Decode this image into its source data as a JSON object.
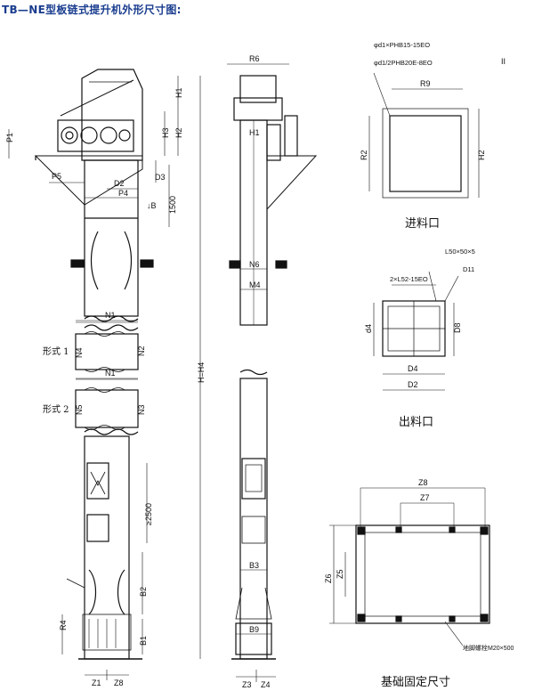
{
  "title": "TB—NE型板链式提升机外形尺寸图:",
  "roman_mark": "II",
  "front_view": {
    "labels": {
      "H1": "H1",
      "H2": "H2",
      "H3": "H3",
      "P1": "P1",
      "P5": "P5",
      "D3": "D3",
      "P4": "P4",
      "D2": "D2",
      "dim1": "1500",
      "arrow": "↓B",
      "N1a": "N1",
      "N2a": "N2",
      "N4": "N4",
      "N1b": "N1",
      "N3": "N3",
      "N5": "N5",
      "dim2": "≥2500",
      "B2": "B2",
      "R4": "R4",
      "B1": "B1",
      "Z1": "Z1",
      "Z8": "Z8",
      "total": "H=H4"
    },
    "form1": "形式 1",
    "form2": "形式 2"
  },
  "side_view": {
    "labels": {
      "R6": "R6",
      "H1": "H1",
      "N6": "N6",
      "M4": "M4",
      "B3": "B3",
      "B9": "B9",
      "Z3": "Z3",
      "Z4": "Z4"
    }
  },
  "inlet": {
    "bolt_line1": "φd1×PHB15-15EO",
    "bolt_line2": "φd1/2PHB20E-8EO",
    "labels": {
      "R9": "R9",
      "R2": "R2",
      "H2": "H2"
    },
    "caption": "进料口"
  },
  "outlet": {
    "note_top": "L50×50×5",
    "bolt_note": "2×L52-15EO",
    "labels": {
      "D11": "D11",
      "D4": "D4",
      "D2": "D2",
      "d4": "d4",
      "D8": "D8"
    },
    "caption": "出料口"
  },
  "foundation": {
    "labels": {
      "Z8": "Z8",
      "Z7": "Z7",
      "Z6": "Z6",
      "Z5": "Z5"
    },
    "anchor_note": "地脚螺栓M20×500",
    "caption": "基础固定尺寸"
  }
}
